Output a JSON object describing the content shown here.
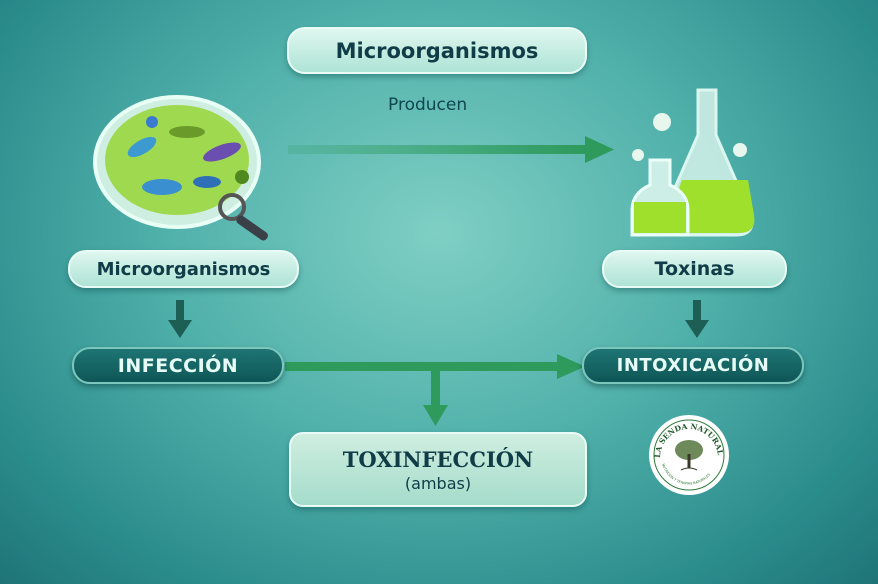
{
  "title": "Microorganismos",
  "relation_label": "Producen",
  "nodes": {
    "microorganismos": "Microorganismos",
    "toxinas": "Toxinas",
    "infeccion": "INFECCIÓN",
    "intoxicacion": "INTOXICACIÓN",
    "toxinfeccion": "TOXINFECCIÓN",
    "toxinfeccion_sub": "(ambas)"
  },
  "logo": {
    "name": "LA SENDA NATURAL",
    "tagline": "NUTRICIÓN Y TERAPIAS NATURALES"
  },
  "colors": {
    "arrow_green": "#2e9a5c",
    "arrow_dark": "#1d5e55",
    "dark_pill": "#0f5656",
    "light_pill": "#c6efe4",
    "text_dark": "#0f3c46"
  },
  "icons": [
    "petri-dish-icon",
    "magnifying-glass-icon",
    "flask-icon",
    "skull-icon"
  ]
}
